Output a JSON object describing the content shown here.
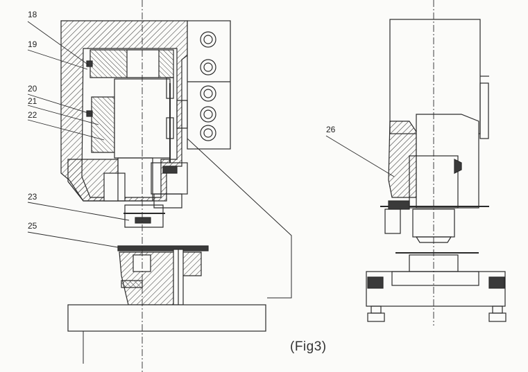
{
  "figure": {
    "caption": "(Fig3)",
    "ink_color": "#2a2a2a",
    "hatch_color": "#3a3a3a",
    "background_color": "#fbfbf9"
  },
  "callouts": [
    {
      "id": "c18",
      "label": "18"
    },
    {
      "id": "c19",
      "label": "19"
    },
    {
      "id": "c20",
      "label": "20"
    },
    {
      "id": "c21",
      "label": "21"
    },
    {
      "id": "c22",
      "label": "22"
    },
    {
      "id": "c23",
      "label": "23"
    },
    {
      "id": "c25",
      "label": "25"
    },
    {
      "id": "c26",
      "label": "26"
    }
  ]
}
